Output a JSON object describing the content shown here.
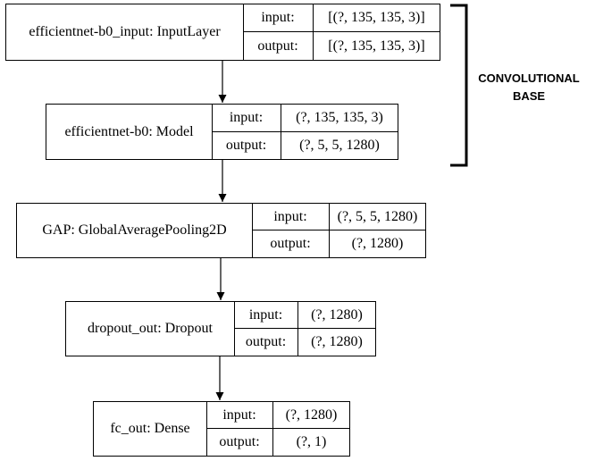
{
  "layers": [
    {
      "name": "efficientnet-b0_input: InputLayer",
      "input_label": "input:",
      "input_value": "[(?, 135, 135, 3)]",
      "output_label": "output:",
      "output_value": "[(?, 135, 135, 3)]"
    },
    {
      "name": "efficientnet-b0: Model",
      "input_label": "input:",
      "input_value": "(?, 135, 135, 3)",
      "output_label": "output:",
      "output_value": "(?, 5, 5, 1280)"
    },
    {
      "name": "GAP: GlobalAveragePooling2D",
      "input_label": "input:",
      "input_value": "(?, 5, 5, 1280)",
      "output_label": "output:",
      "output_value": "(?, 1280)"
    },
    {
      "name": "dropout_out: Dropout",
      "input_label": "input:",
      "input_value": "(?, 1280)",
      "output_label": "output:",
      "output_value": "(?, 1280)"
    },
    {
      "name": "fc_out: Dense",
      "input_label": "input:",
      "input_value": "(?, 1280)",
      "output_label": "output:",
      "output_value": "(?, 1)"
    }
  ],
  "annotation": {
    "line1": "CONVOLUTIONAL",
    "line2": "BASE"
  }
}
